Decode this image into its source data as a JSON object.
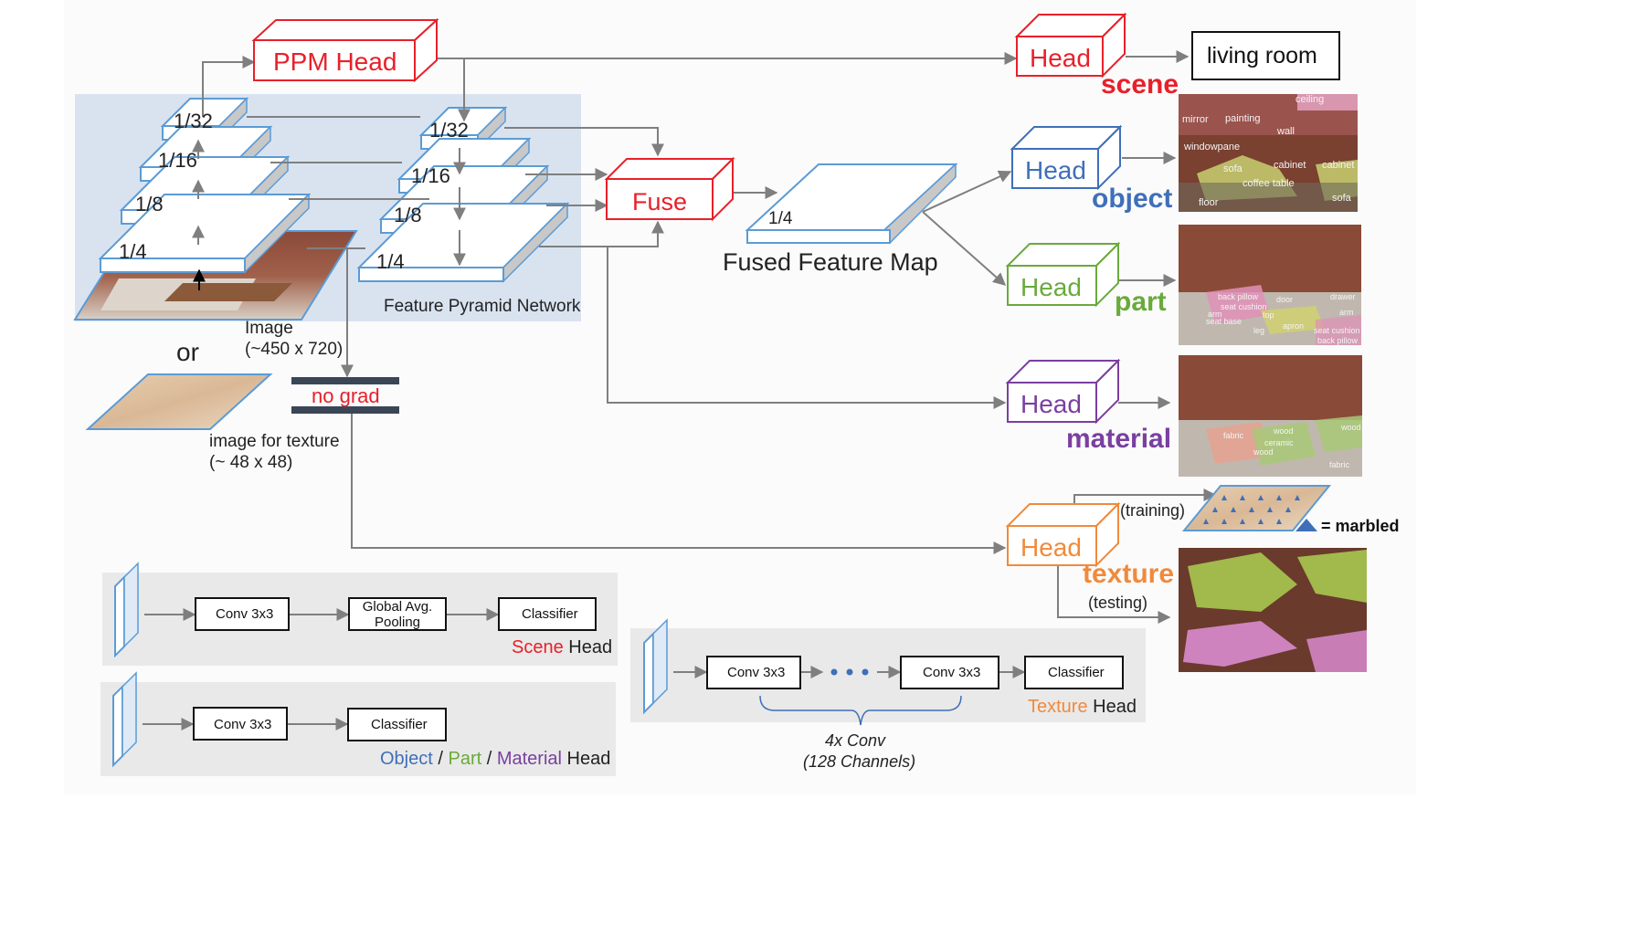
{
  "colors": {
    "scene": "#e8202a",
    "object": "#3f6fb8",
    "part": "#6aaa3c",
    "material": "#7a3fa0",
    "texture": "#f08a3c",
    "pyramid_edge": "#5b9bd5",
    "fpn_bg": "#d9e3f0",
    "arrow": "#7f7f7f",
    "legend_bg": "#e9e9e9"
  },
  "backbone": {
    "levels": [
      "1/32",
      "1/16",
      "1/8",
      "1/4"
    ],
    "image_label": "Image",
    "image_size": "(~450 x 720)",
    "or_label": "or",
    "texture_image_label": "image for texture",
    "texture_image_size": "(~ 48 x 48)"
  },
  "fpn": {
    "levels": [
      "1/32",
      "1/16",
      "1/8",
      "1/4"
    ],
    "label": "Feature Pyramid Network"
  },
  "ppm_head": {
    "label": "PPM Head"
  },
  "fuse": {
    "label": "Fuse"
  },
  "fused_map": {
    "level": "1/4",
    "label": "Fused Feature Map"
  },
  "no_grad": {
    "label": "no grad"
  },
  "heads": {
    "scene": {
      "box": "Head",
      "task": "scene",
      "output": "living room"
    },
    "object": {
      "box": "Head",
      "task": "object"
    },
    "part": {
      "box": "Head",
      "task": "part"
    },
    "material": {
      "box": "Head",
      "task": "material"
    },
    "texture": {
      "box": "Head",
      "task": "texture",
      "training": "(training)",
      "testing": "(testing)",
      "marbled": "= marbled"
    }
  },
  "seg_images": {
    "object": [
      "mirror",
      "painting",
      "ceiling",
      "wall",
      "windowpane",
      "sofa",
      "cabinet",
      "cabinet",
      "coffee table",
      "floor",
      "sofa"
    ],
    "part": [
      "back pillow",
      "door",
      "drawer",
      "seat cushion",
      "arm",
      "top",
      "arm",
      "seat base",
      "leg",
      "apron",
      "seat cushion",
      "back pillow"
    ],
    "material": [
      "fabric",
      "wood",
      "wood",
      "ceramic",
      "wood",
      "fabric"
    ]
  },
  "legend_scene": {
    "blocks": [
      "Conv 3x3",
      "Global Avg.\nPooling",
      "Classifier"
    ],
    "title_colored": "Scene",
    "title_rest": " Head"
  },
  "legend_opm": {
    "blocks": [
      "Conv 3x3",
      "Classifier"
    ],
    "t1": "Object",
    "s1": " / ",
    "t2": "Part",
    "s2": " / ",
    "t3": "Material",
    "t4": " Head"
  },
  "legend_texture": {
    "blocks": [
      "Conv 3x3",
      "Conv 3x3",
      "Classifier"
    ],
    "title_colored": "Texture",
    "title_rest": " Head",
    "brace_line1": "4x Conv",
    "brace_line2": "(128 Channels)"
  }
}
